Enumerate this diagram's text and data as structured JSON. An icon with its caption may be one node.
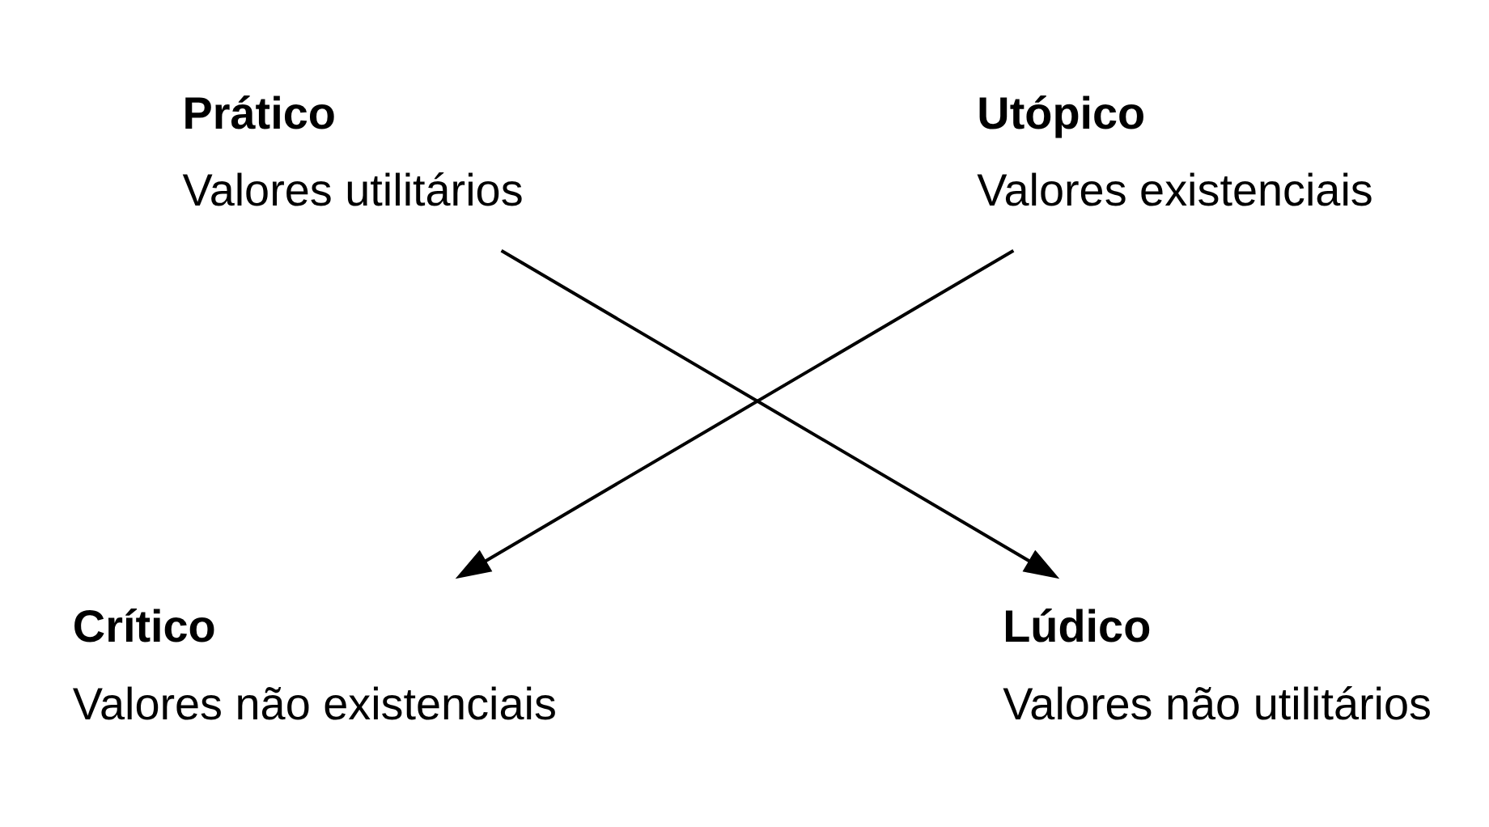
{
  "diagram": {
    "nodes": [
      {
        "text": [
          "Prático",
          "Valores utilitários"
        ]
      },
      {
        "text": [
          "Utópico",
          "Valores existenciais"
        ]
      },
      {
        "text": [
          "Crítico",
          "Valores não existenciais"
        ]
      },
      {
        "text": [
          "Lúdico",
          "Valores não utilitários"
        ]
      }
    ],
    "edges": [
      {
        "from": 0,
        "to": 3,
        "arrow": "to"
      },
      {
        "from": 1,
        "to": 2,
        "arrow": "to"
      }
    ]
  }
}
